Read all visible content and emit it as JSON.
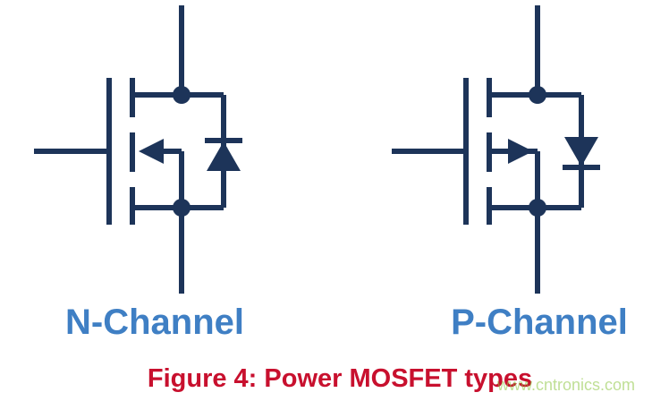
{
  "labels": {
    "n_channel": "N-Channel",
    "p_channel": "P-Channel"
  },
  "caption": "Figure 4: Power MOSFET types",
  "watermark": "www.cntronics.com",
  "colors": {
    "symbol": "#1d3459",
    "label": "#3f7fc4",
    "caption": "#c8102e",
    "watermark": "#8cc63f",
    "background": "#ffffff"
  },
  "symbols": [
    {
      "name": "n-channel-mosfet",
      "body_arrow": "toward-gate",
      "diode": "pointing-up"
    },
    {
      "name": "p-channel-mosfet",
      "body_arrow": "away-from-gate",
      "diode": "pointing-down"
    }
  ]
}
